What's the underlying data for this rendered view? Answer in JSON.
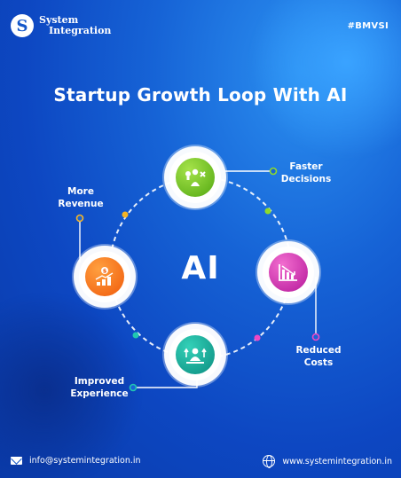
{
  "brand": {
    "name_line1": "System",
    "name_line2": "Integration",
    "logo_letter": "S"
  },
  "hashtag": "#BMVSI",
  "title": "Startup Growth Loop With AI",
  "center_label": "AI",
  "nodes": {
    "top": {
      "label_line1": "Faster",
      "label_line2": "Decisions",
      "icon": "decision-icon",
      "color": "#6cc21e"
    },
    "right": {
      "label_line1": "Reduced",
      "label_line2": "Costs",
      "icon": "cost-down-chart-icon",
      "color": "#d6269f"
    },
    "bottom": {
      "label_line1": "Improved",
      "label_line2": "Experience",
      "icon": "team-up-icon",
      "color": "#12a796"
    },
    "left": {
      "label_line1": "More",
      "label_line2": "Revenue",
      "icon": "revenue-growth-icon",
      "color": "#f57317"
    }
  },
  "footer": {
    "email": "info@systemintegration.in",
    "website": "www.systemintegration.in"
  }
}
